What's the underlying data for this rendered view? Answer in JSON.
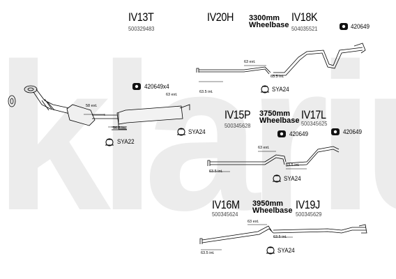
{
  "watermark": "klarius",
  "configs": {
    "iv13t": {
      "code": "IV13T",
      "part_no": "500329483"
    },
    "iv20h": {
      "code": "IV20H"
    },
    "iv18k": {
      "code": "IV18K",
      "part_no": "504035521"
    },
    "iv15p": {
      "code": "IV15P",
      "part_no": "500345628"
    },
    "iv17l": {
      "code": "IV17L",
      "part_no": "500345625"
    },
    "iv16m": {
      "code": "IV16M",
      "part_no": "500345624"
    },
    "iv19j": {
      "code": "IV19J",
      "part_no": "500345629"
    }
  },
  "wheelbase": {
    "wb3300": {
      "length": "3300mm",
      "word": "Wheelbase"
    },
    "wb3750": {
      "length": "3750mm",
      "word": "Wheelbase"
    },
    "wb3950": {
      "length": "3950mm",
      "word": "Wheelbase"
    }
  },
  "parts": {
    "mount_top": "420649",
    "mount_x4": "420649x4",
    "mount_mid_left": "420649",
    "mount_mid_right": "420649",
    "clamp_sya22": "SYA22",
    "clamp_sya24_front": "SYA24",
    "clamp_sya24_top": "SYA24",
    "clamp_sya24_mid": "SYA24",
    "clamp_sya24_bottom": "SYA24"
  },
  "dims": {
    "d58_ext": "58 ext.",
    "d56_int": "56.5 int.",
    "d63_ext_a": "63 ext.",
    "d63_ext_b": "63 ext.",
    "d63_int_a": "63.5 int.",
    "d63_int_b": "63.5 int.",
    "d63_ext_c": "63 ext.",
    "d63_int_c": "63.5 int.",
    "d63_int_d": "63.5 int.",
    "d63_ext_d": "63 ext.",
    "d63_int_e": "63.5 int.",
    "d63_int_f": "63.5 int."
  },
  "colors": {
    "watermark": "#e8e8e8",
    "line": "#000000",
    "part_fill": "#d8d8d8"
  }
}
